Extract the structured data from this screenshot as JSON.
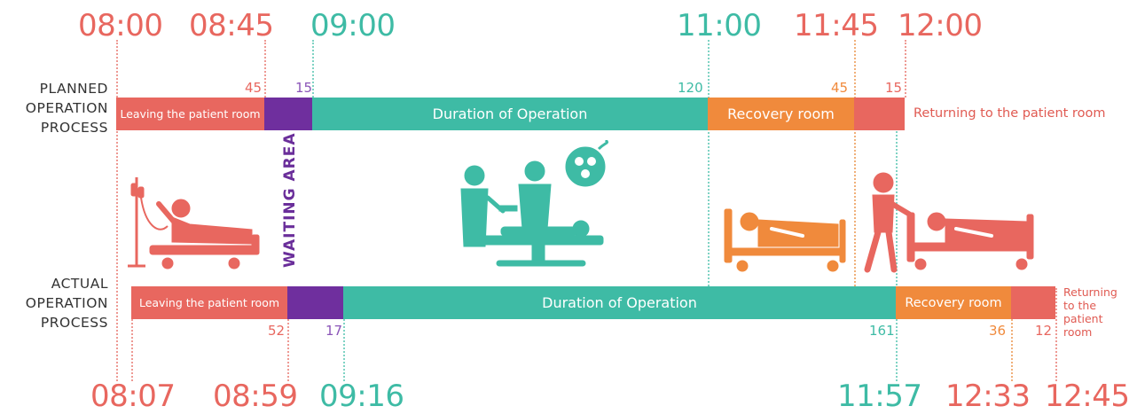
{
  "colors": {
    "red": "#e8675f",
    "purple": "#6f2f9e",
    "teal": "#3ebba5",
    "orange": "#f08a3c"
  },
  "planned": {
    "label_lines": [
      "PLANNED",
      "OPERATION",
      "PROCESS"
    ],
    "times": [
      "08:00",
      "08:45",
      "09:00",
      "11:00",
      "11:45",
      "12:00"
    ],
    "segments": [
      {
        "label": "Leaving the patient room",
        "minutes": "45",
        "color": "red"
      },
      {
        "label": "",
        "minutes": "15",
        "color": "purple"
      },
      {
        "label": "Duration of Operation",
        "minutes": "120",
        "color": "teal"
      },
      {
        "label": "Recovery room",
        "minutes": "45",
        "color": "orange"
      },
      {
        "label": "",
        "minutes": "15",
        "color": "red"
      }
    ],
    "returning_label": "Returning to the patient room"
  },
  "actual": {
    "label_lines": [
      "ACTUAL",
      "OPERATION",
      "PROCESS"
    ],
    "times": [
      "08:07",
      "08:59",
      "09:16",
      "11:57",
      "12:33",
      "12:45"
    ],
    "segments": [
      {
        "label": "Leaving the patient room",
        "minutes": "52",
        "color": "red"
      },
      {
        "label": "",
        "minutes": "17",
        "color": "purple"
      },
      {
        "label": "Duration of Operation",
        "minutes": "161",
        "color": "teal"
      },
      {
        "label": "Recovery room",
        "minutes": "36",
        "color": "orange"
      },
      {
        "label": "",
        "minutes": "12",
        "color": "red"
      }
    ],
    "returning_label_lines": [
      "Returning",
      "to the",
      "patient",
      "room"
    ]
  },
  "waiting_area_label": "WAITING AREA",
  "illustrations": {
    "patient_bed": "patient-bed-iv-icon",
    "surgery": "surgery-team-icon",
    "recovery_bed": "recovery-bed-icon",
    "transport": "patient-transport-icon"
  }
}
